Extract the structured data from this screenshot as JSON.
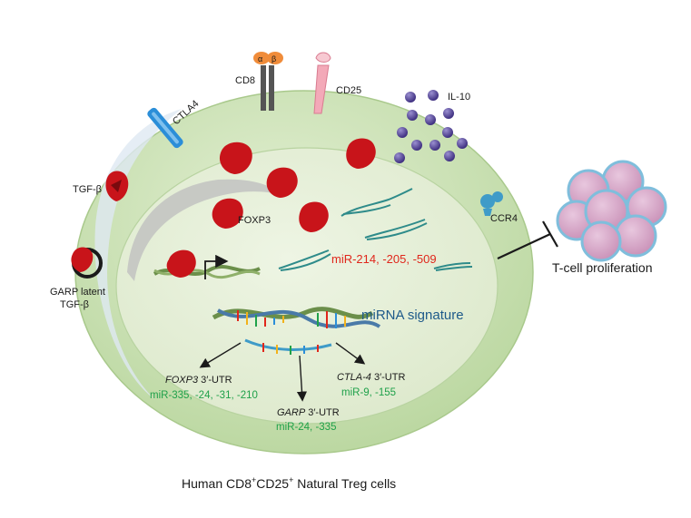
{
  "labels": {
    "cd8": "CD8",
    "alpha": "α",
    "beta": "β",
    "cd25": "CD25",
    "ctla4": "CTLA4",
    "il10": "IL-10",
    "tgfb": "TGF-β",
    "garp_line1": "GARP latent",
    "garp_line2": "TGF-β",
    "ccr4": "CCR4",
    "foxp3": "FOXP3",
    "tcell": "T-cell proliferation",
    "mir_red": "miR-214, -205, -509",
    "mirna_signature": "miRNA signature",
    "foxp3_gene": "FOXP3",
    "foxp3_utr": " 3′-UTR",
    "foxp3_mirs": "miR-335, -24, -31, -210",
    "garp_gene": "GARP",
    "garp_utr": " 3′-UTR",
    "garp_mirs": "miR-24, -335",
    "ctla4_gene": "CTLA-4",
    "ctla4_utr": " 3′-UTR",
    "ctla4_mirs": "miR-9, -155",
    "caption_a": "Human CD8",
    "caption_sup1": "+",
    "caption_b": "CD25",
    "caption_sup2": "+",
    "caption_c": " Natural Treg cells"
  },
  "colors": {
    "cell_outer": "#cfe3b8",
    "cell_nucleus": "#e6f0d8",
    "protein_red": "#c8141a",
    "il10_purple": "#5b4c9e",
    "green_text": "#1fa14a",
    "red_text": "#e0261b",
    "signature_blue": "#1e5a8a"
  }
}
